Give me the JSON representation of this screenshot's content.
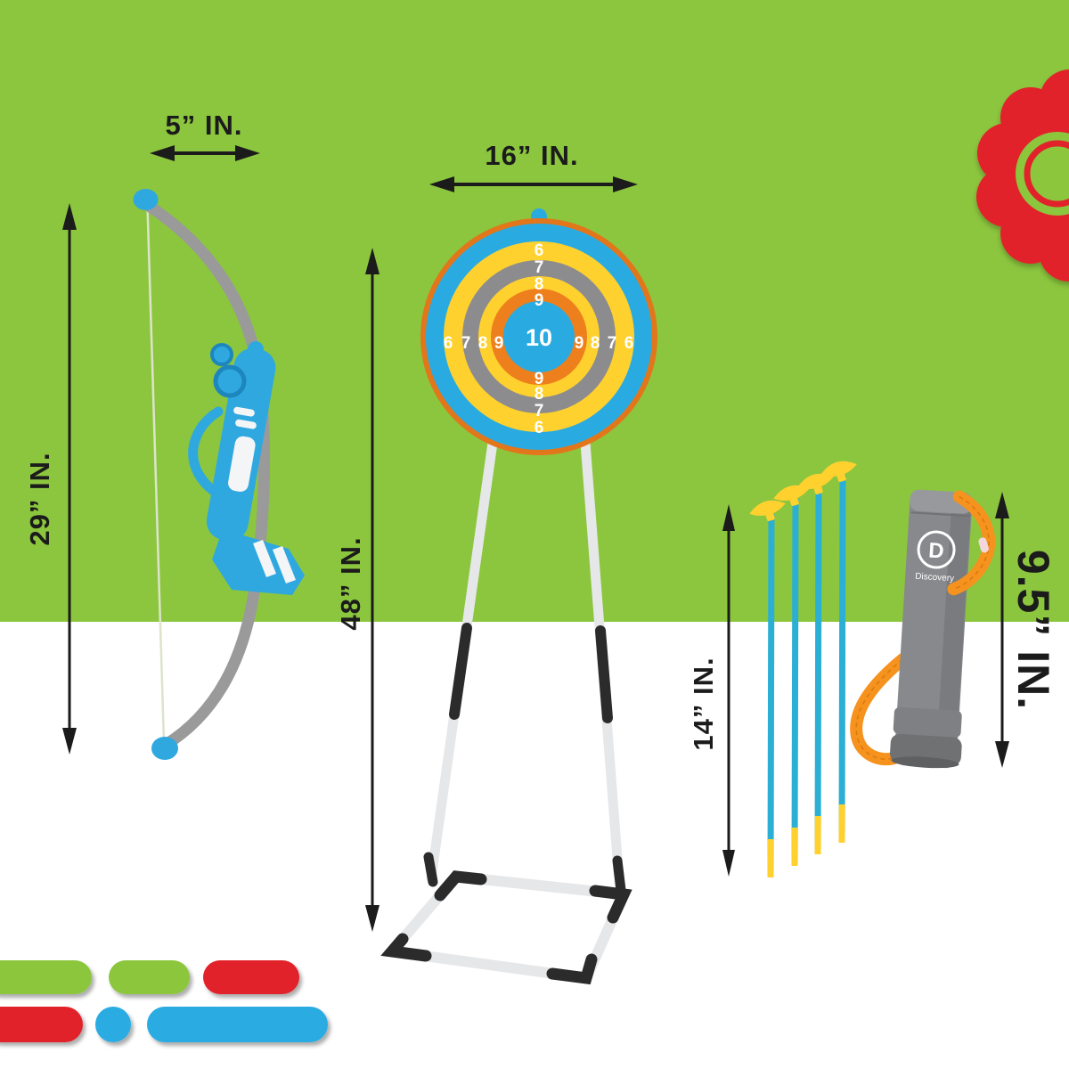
{
  "measurements": {
    "bow_width": "5” IN.",
    "bow_height": "29” IN.",
    "target_width": "16” IN.",
    "stand_height": "48” IN.",
    "arrow_length": "14” IN.",
    "quiver_height": "9.5” IN."
  },
  "target": {
    "center_score": "10",
    "scores_top": [
      "6",
      "7",
      "8",
      "9"
    ],
    "scores_bottom": [
      "9",
      "8",
      "7",
      "6"
    ],
    "scores_left": [
      "6",
      "7",
      "8",
      "9"
    ],
    "scores_right": [
      "9",
      "8",
      "7",
      "6"
    ]
  },
  "quiver": {
    "logo_initial": "D",
    "logo_text": "Discovery"
  },
  "colors": {
    "green_bg": "#8CC63E",
    "white_bg": "#FFFFFF",
    "ink": "#1B1B1B",
    "red": "#E1242A",
    "blue": "#29ABE2",
    "yellow": "#FFD12E",
    "orange": "#EE7F1D",
    "orange_rim": "#E2761B",
    "gray_ring": "#8C8C8E",
    "tube_white": "#E6E7E9",
    "tube_black": "#2B2B2B",
    "bow_gray": "#9A9A9A",
    "bow_blue": "#2FA8E0",
    "arrow_cyan": "#2BAFD4",
    "quiver_gray": "#87898C",
    "quiver_gray_dark": "#6F7173",
    "strap_orange": "#F6921E"
  }
}
